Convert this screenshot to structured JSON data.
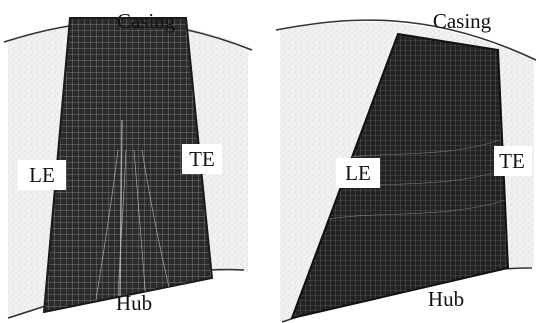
{
  "panels": [
    {
      "id": "left",
      "labels": {
        "casing": "Casing",
        "hub": "Hub",
        "le": "LE",
        "te": "TE"
      }
    },
    {
      "id": "right",
      "labels": {
        "casing": "Casing",
        "hub": "Hub",
        "le": "LE",
        "te": "TE"
      }
    }
  ],
  "colors": {
    "background": "#ffffff",
    "speckle": "#e6e6e6",
    "blade": "#2a2a2a",
    "mesh_line": "#8c8c8c",
    "outline": "#222222"
  }
}
